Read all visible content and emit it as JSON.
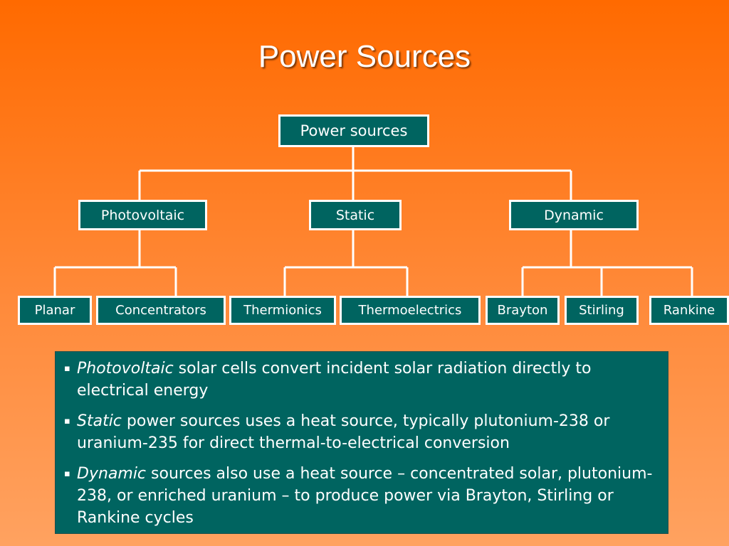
{
  "slide": {
    "title": "Power Sources"
  },
  "tree": {
    "root": "Power sources",
    "photovoltaic": {
      "label": "Photovoltaic",
      "children": [
        "Planar",
        "Concentrators"
      ]
    },
    "static": {
      "label": "Static",
      "children": [
        "Thermionics",
        "Thermoelectrics"
      ]
    },
    "dynamic": {
      "label": "Dynamic",
      "children": [
        "Brayton",
        "Stirling",
        "Rankine"
      ]
    }
  },
  "notes": [
    {
      "marker": "▪",
      "term": "Photovoltaic",
      "text": " solar cells convert incident solar radiation directly to electrical energy"
    },
    {
      "marker": "▪",
      "term": "Static",
      "text": " power sources uses a heat source, typically plutonium-238 or uranium-235 for direct thermal-to-electrical conversion"
    },
    {
      "marker": "▪",
      "term": "Dynamic",
      "text": " sources also use a heat source – concentrated solar, plutonium-238, or enriched uranium – to produce power via Brayton, Stirling or Rankine cycles"
    }
  ],
  "colors": {
    "box_fill": "#006460",
    "box_border": "#ffffff",
    "text": "#ffffff"
  }
}
